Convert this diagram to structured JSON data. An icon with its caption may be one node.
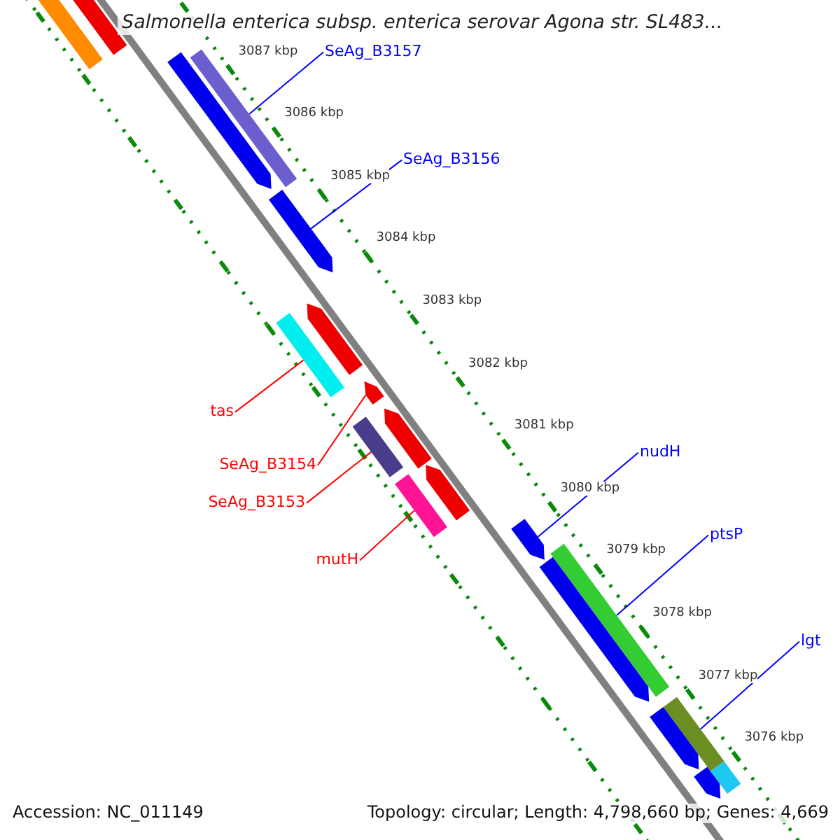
{
  "diagram": {
    "title": "Salmonella enterica subsp. enterica serovar Agona str. SL483...",
    "nodes": [
      {
        "text": [
          "SeAg_B3157"
        ]
      },
      {
        "text": [],
        "shape": "bar"
      },
      {
        "text": [
          "SeAg_B3156"
        ]
      },
      {
        "text": [],
        "shape": "bar"
      },
      {
        "text": [
          "tas"
        ]
      },
      {
        "text": [],
        "shape": "bar"
      },
      {
        "text": [
          "SeAg_B3154"
        ]
      },
      {
        "text": [],
        "shape": "bar"
      },
      {
        "text": [
          "SeAg_B3153"
        ]
      },
      {
        "text": [],
        "shape": "bar"
      },
      {
        "text": [
          "mutH"
        ]
      },
      {
        "text": [],
        "shape": "bar"
      },
      {
        "text": [
          "nudH"
        ]
      },
      {
        "text": [],
        "shape": "bar"
      },
      {
        "text": [
          "ptsP"
        ]
      },
      {
        "text": [],
        "shape": "bar"
      },
      {
        "text": [
          "lgt"
        ]
      },
      {
        "text": [],
        "shape": "bar"
      },
      {
        "text": [],
        "shape": "bar"
      },
      {
        "text": [],
        "shape": "bar"
      },
      {
        "text": [],
        "shape": "bar"
      },
      {
        "text": [],
        "shape": "bar"
      },
      {
        "text": [],
        "shape": "bar"
      },
      {
        "text": [],
        "shape": "bar"
      },
      {
        "text": [],
        "shape": "bar"
      },
      {
        "text": [],
        "shape": "bar"
      },
      {
        "text": [],
        "shape": "bar"
      },
      {
        "text": [],
        "shape": "bar"
      }
    ],
    "edges": [
      {
        "from": 0,
        "to": 1,
        "arrow": "none"
      },
      {
        "from": 2,
        "to": 3,
        "arrow": "none"
      },
      {
        "from": 4,
        "to": 5,
        "arrow": "none",
        "color": "#ff0000"
      },
      {
        "from": 6,
        "to": 7,
        "arrow": "none",
        "color": "#ff0000"
      },
      {
        "from": 8,
        "to": 9,
        "arrow": "none",
        "color": "#ff0000"
      },
      {
        "from": 10,
        "to": 11,
        "arrow": "none",
        "color": "#ff0000"
      },
      {
        "from": 12,
        "to": 13,
        "arrow": "none"
      },
      {
        "from": 14,
        "to": 15,
        "arrow": "none"
      },
      {
        "from": 16,
        "to": 17,
        "arrow": "none"
      }
    ],
    "labels": [
      "3087 kbp",
      "3086 kbp",
      "3085 kbp",
      "3084 kbp",
      "3083 kbp",
      "3082 kbp",
      "3081 kbp",
      "3080 kbp",
      "3079 kbp",
      "3078 kbp",
      "3077 kbp",
      "3076 kbp",
      "Accession: NC_011149",
      "Topology: circular; Length: 4,798,660 bp; Genes: 4,669"
    ]
  }
}
